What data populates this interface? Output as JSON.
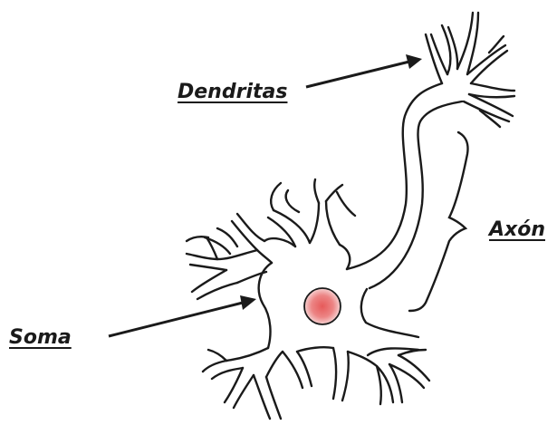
{
  "labels": {
    "dendrites": "Dendritas",
    "axon": "Axón",
    "soma": "Soma"
  },
  "colors": {
    "outline": "#1a1a1a",
    "nucleus_center": "#e65a5a",
    "nucleus_edge": "#f3c9c9",
    "background": "#ffffff"
  }
}
